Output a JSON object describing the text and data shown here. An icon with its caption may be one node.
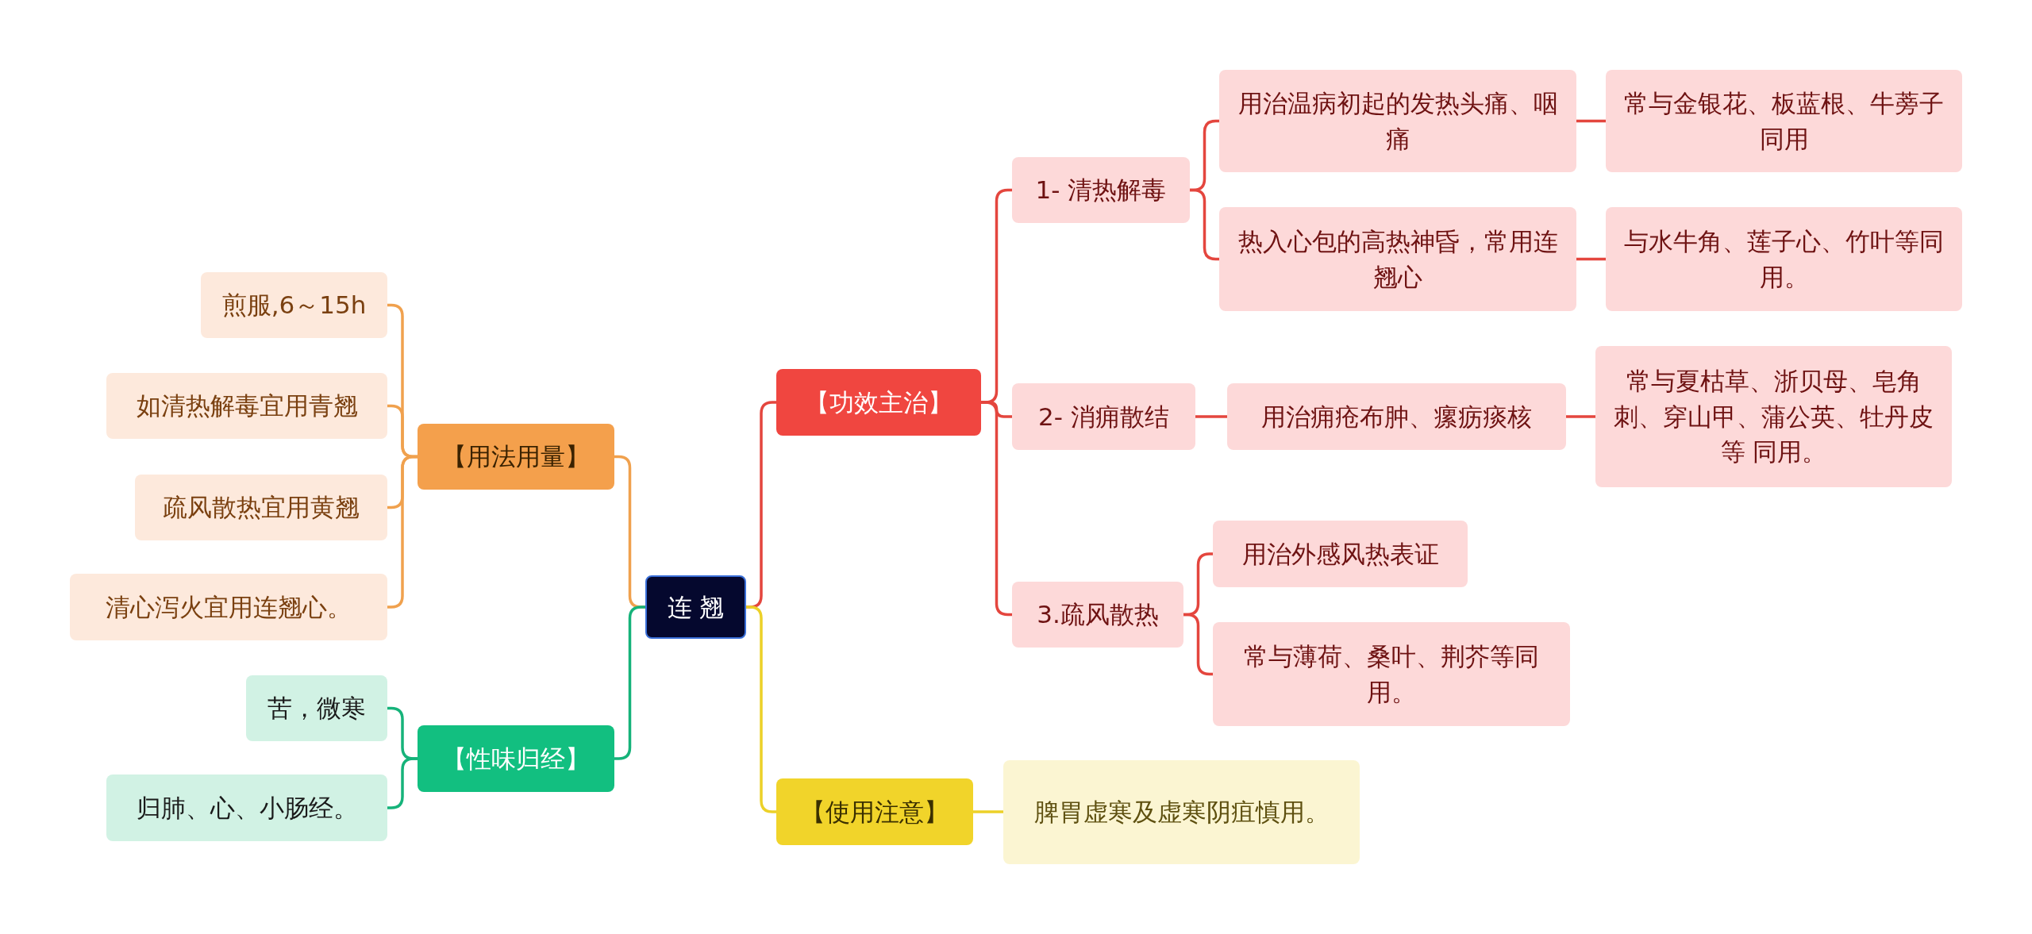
{
  "diagram": {
    "nodes": [
      {
        "text": [
          "连 翘"
        ]
      },
      {
        "text": [
          "【功效主治】"
        ]
      },
      {
        "text": [
          "1- 清热解毒"
        ]
      },
      {
        "text": [
          "用治温病初起的发热头痛、咽痛"
        ]
      },
      {
        "text": [
          "常与金银花、板蓝根、牛蒡子同用"
        ]
      },
      {
        "text": [
          "热入心包的高热神昏，常用连翘心"
        ]
      },
      {
        "text": [
          "与水牛角、莲子心、竹叶等同用。"
        ]
      },
      {
        "text": [
          "2- 消痈散结"
        ]
      },
      {
        "text": [
          "用治痈疮布肿、瘰疬痰核"
        ]
      },
      {
        "text": [
          "常与夏枯草、浙贝母、皂角刺、穿山甲、蒲公英、牡丹皮等 同用。"
        ]
      },
      {
        "text": [
          "3.疏风散热"
        ]
      },
      {
        "text": [
          "用治外感风热表证"
        ]
      },
      {
        "text": [
          "常与薄荷、桑叶、荆芥等同用。"
        ]
      },
      {
        "text": [
          "【使用注意】"
        ]
      },
      {
        "text": [
          "脾胃虚寒及虚寒阴疽慎用。"
        ]
      },
      {
        "text": [
          "【用法用量】"
        ]
      },
      {
        "text": [
          "煎服,6～15h"
        ]
      },
      {
        "text": [
          "如清热解毒宜用青翘"
        ]
      },
      {
        "text": [
          "疏风散热宜用黄翘"
        ]
      },
      {
        "text": [
          "清心泻火宜用连翘心。"
        ]
      },
      {
        "text": [
          "【性味归经】"
        ]
      },
      {
        "text": [
          "苦，微寒"
        ]
      },
      {
        "text": [
          "归肺、心、小肠经。"
        ]
      }
    ],
    "edges": [
      {
        "from": 0,
        "to": 1,
        "arrow": "none"
      },
      {
        "from": 0,
        "to": 13,
        "arrow": "none",
        "color": "#ecd128"
      },
      {
        "from": 0,
        "to": 15,
        "arrow": "none",
        "color": "#f0a14e"
      },
      {
        "from": 0,
        "to": 20,
        "arrow": "none",
        "color": "#16b37a"
      },
      {
        "from": 1,
        "to": 2,
        "arrow": "none"
      },
      {
        "from": 1,
        "to": 7,
        "arrow": "none"
      },
      {
        "from": 1,
        "to": 10,
        "arrow": "none"
      },
      {
        "from": 2,
        "to": 3,
        "arrow": "none"
      },
      {
        "from": 2,
        "to": 5,
        "arrow": "none"
      },
      {
        "from": 3,
        "to": 4,
        "arrow": "none"
      },
      {
        "from": 5,
        "to": 6,
        "arrow": "none"
      },
      {
        "from": 7,
        "to": 8,
        "arrow": "none"
      },
      {
        "from": 8,
        "to": 9,
        "arrow": "none"
      },
      {
        "from": 10,
        "to": 11,
        "arrow": "none"
      },
      {
        "from": 10,
        "to": 12,
        "arrow": "none"
      },
      {
        "from": 13,
        "to": 14,
        "arrow": "none",
        "color": "#ecd128"
      },
      {
        "from": 15,
        "to": 16,
        "arrow": "none",
        "color": "#f0a14e"
      },
      {
        "from": 15,
        "to": 17,
        "arrow": "none",
        "color": "#f0a14e"
      },
      {
        "from": 15,
        "to": 18,
        "arrow": "none",
        "color": "#f0a14e"
      },
      {
        "from": 15,
        "to": 19,
        "arrow": "none",
        "color": "#f0a14e"
      },
      {
        "from": 20,
        "to": 21,
        "arrow": "none",
        "color": "#16b37a"
      },
      {
        "from": 20,
        "to": 22,
        "arrow": "none",
        "color": "#16b37a"
      }
    ]
  }
}
